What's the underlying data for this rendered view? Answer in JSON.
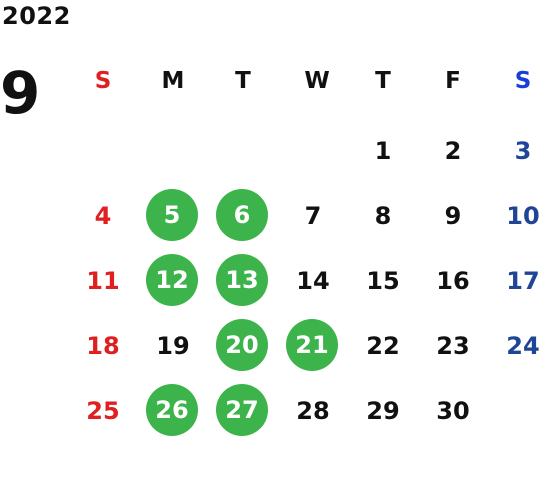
{
  "year": "2022",
  "month": "9",
  "weekdays": [
    "S",
    "M",
    "T",
    "W",
    "T",
    "F",
    "S"
  ],
  "colors": {
    "sunday": "#e02020",
    "saturday_header": "#1a3fd6",
    "saturday": "#1f4596",
    "highlight": "#3cb44b",
    "text": "#111111"
  },
  "weeks": [
    [
      "",
      "",
      "",
      "",
      "1",
      "2",
      "3"
    ],
    [
      "4",
      "5",
      "6",
      "7",
      "8",
      "9",
      "10"
    ],
    [
      "11",
      "12",
      "13",
      "14",
      "15",
      "16",
      "17"
    ],
    [
      "18",
      "19",
      "20",
      "21",
      "22",
      "23",
      "24"
    ],
    [
      "25",
      "26",
      "27",
      "28",
      "29",
      "30",
      ""
    ]
  ],
  "highlighted_days": [
    "5",
    "6",
    "12",
    "13",
    "20",
    "21",
    "26",
    "27"
  ]
}
